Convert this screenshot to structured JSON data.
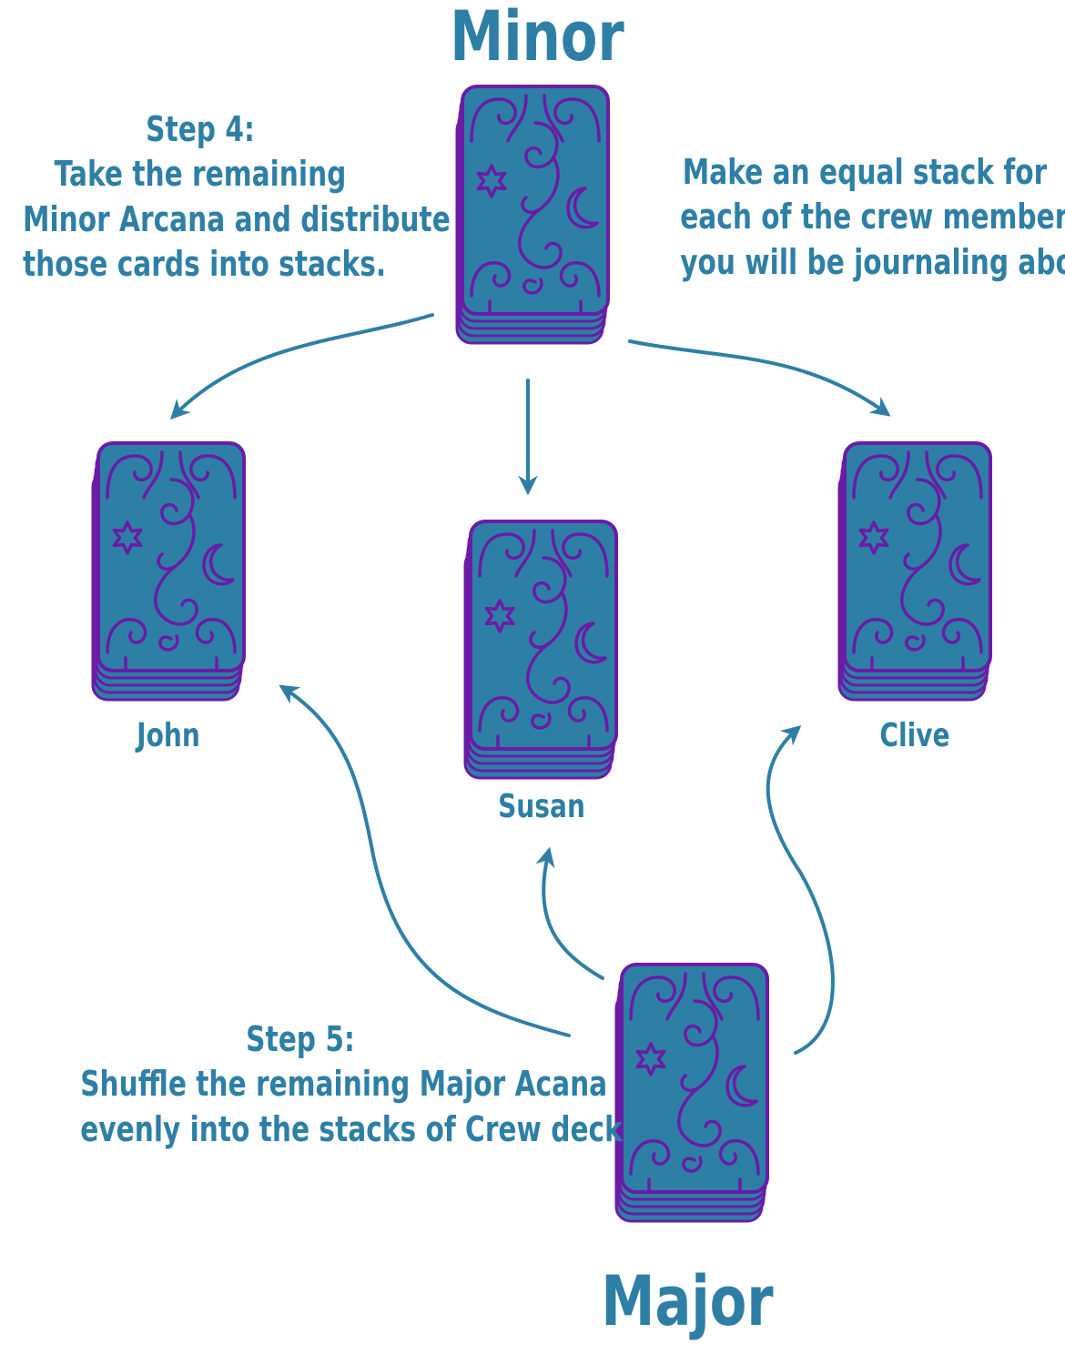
{
  "colors": {
    "card_fill": "#2e7fa6",
    "card_stroke": "#6a1ca6",
    "text": "#2e7fa6",
    "arrow": "#2e7fa6"
  },
  "icons": {
    "card_back": "swirl-pattern-card-back",
    "star": "star-icon",
    "moon": "crescent-moon-icon"
  },
  "titles": {
    "minor": "Minor",
    "major": "Major"
  },
  "step4": {
    "heading": "Step 4:",
    "lines": [
      "Take the remaining",
      "Minor Arcana and distribute",
      "those cards into stacks."
    ]
  },
  "equal_stack_note": {
    "lines": [
      "Make an equal stack for",
      "each of the crew members",
      "you will be journaling about."
    ]
  },
  "step5": {
    "heading": "Step 5:",
    "lines": [
      "Shuffle the remaining Major Acana",
      "evenly into the stacks of Crew decks"
    ]
  },
  "crew": {
    "john": "John",
    "susan": "Susan",
    "clive": "Clive"
  }
}
